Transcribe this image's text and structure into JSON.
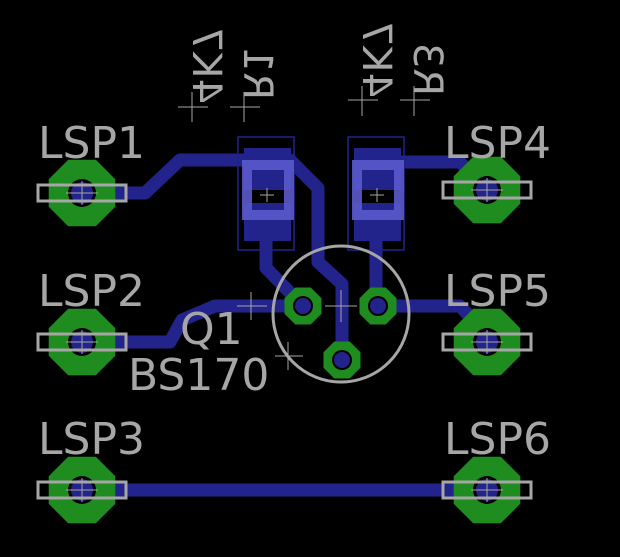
{
  "colors": {
    "background": "#000000",
    "trace": "#23238c",
    "pad": "#1f8c1f",
    "silk": "#a6a6a6",
    "smd": "#23238c"
  },
  "connectors": [
    {
      "name": "LSP1"
    },
    {
      "name": "LSP2"
    },
    {
      "name": "LSP3"
    },
    {
      "name": "LSP4"
    },
    {
      "name": "LSP5"
    },
    {
      "name": "LSP6"
    }
  ],
  "resistors": [
    {
      "name": "R1",
      "value": "4K7"
    },
    {
      "name": "R3",
      "value": "4K7"
    }
  ],
  "transistor": {
    "name": "Q1",
    "value": "BS170"
  }
}
